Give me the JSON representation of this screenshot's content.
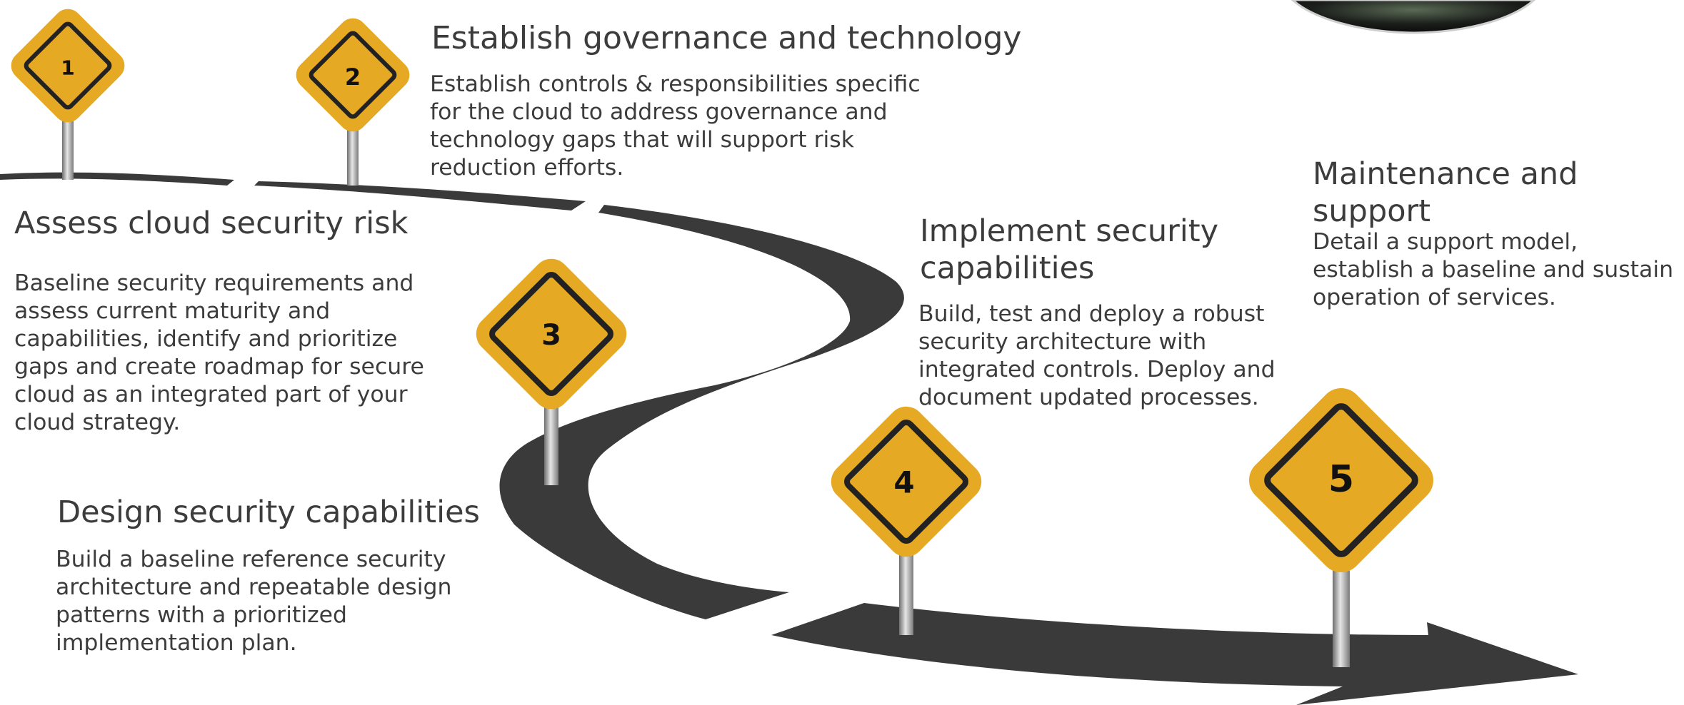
{
  "colors": {
    "road": "#3a3a3a",
    "sign_fill": "#e6a923",
    "sign_border": "#222222",
    "post": "#9e9e9e",
    "text": "#3c3c3c"
  },
  "steps": [
    {
      "number": "1",
      "title": "Assess cloud security risk",
      "description": "Baseline security requirements and assess current maturity and capabilities, identify and prioritize gaps and create roadmap for secure cloud as an integrated part of your cloud strategy."
    },
    {
      "number": "2",
      "title": "Establish governance and technology",
      "description": "Establish controls & responsibilities specific for the cloud to address governance and technology gaps that will support risk reduction efforts."
    },
    {
      "number": "3",
      "title": "Design security capabilities",
      "description": "Build a baseline reference security architecture and repeatable design patterns with a prioritized implementation plan."
    },
    {
      "number": "4",
      "title": "Implement security capabilities",
      "description": "Build, test and deploy a robust security architecture with integrated controls. Deploy and document updated processes."
    },
    {
      "number": "5",
      "title": "Maintenance and support",
      "description": "Detail a support model, establish a baseline and sustain operation of services."
    }
  ],
  "decorations": {
    "top_right_image": "dark-circle-image"
  }
}
